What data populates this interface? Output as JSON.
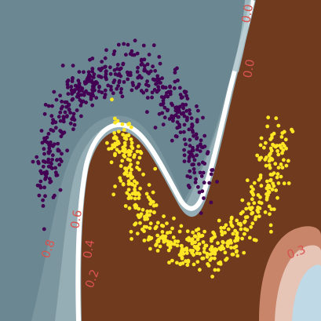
{
  "chart_data": {
    "type": "scatter",
    "title": "",
    "xlabel": "",
    "ylabel": "",
    "xlim": [
      -1.6,
      2.6
    ],
    "ylim": [
      -1.1,
      1.6
    ],
    "grid": false,
    "legend": "none",
    "colors": {
      "class_0": "#440154",
      "class_1": "#fde725",
      "region_0": "#6b8791",
      "region_1": "#6f3a1e",
      "boundary": "#ffffff",
      "contour_label": "#d9534f"
    },
    "series": [
      {
        "class": 0,
        "point_count": 500,
        "noise": 0.1,
        "description": "upper moon"
      },
      {
        "class": 1,
        "point_count": 500,
        "noise": 0.1,
        "description": "lower moon"
      }
    ],
    "contour_labels": [
      "0.8",
      "0.6",
      "0.4",
      "0.2",
      "0.0",
      "0.3",
      "0.0"
    ]
  }
}
